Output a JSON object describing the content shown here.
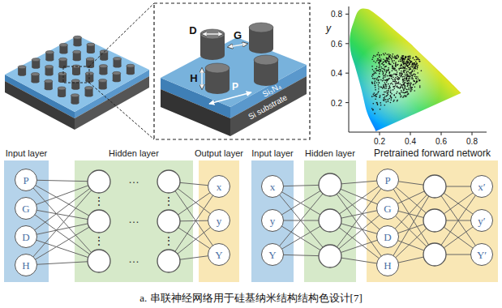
{
  "diagram": {
    "caption": "a. 串联神经网络用于硅基纳米结构结构色设计[7]",
    "nodes": [
      {
        "text": [
          "Input layer"
        ]
      },
      {
        "text": [
          "P"
        ],
        "in": 0
      },
      {
        "text": [
          "G"
        ],
        "in": 0
      },
      {
        "text": [
          "D"
        ],
        "in": 0
      },
      {
        "text": [
          "H"
        ],
        "in": 0
      },
      {
        "text": [
          "Hidden layer"
        ]
      },
      {
        "text": [
          "Output layer"
        ]
      },
      {
        "text": [
          "x"
        ],
        "in": 6
      },
      {
        "text": [
          "y"
        ],
        "in": 6
      },
      {
        "text": [
          "Y"
        ],
        "in": 6
      },
      {
        "text": [
          "Input layer"
        ]
      },
      {
        "text": [
          "x"
        ],
        "in": 10
      },
      {
        "text": [
          "y"
        ],
        "in": 10
      },
      {
        "text": [
          "Y"
        ],
        "in": 10
      },
      {
        "text": [
          "Hidden layer"
        ]
      },
      {
        "text": [
          "Pretrained forward network"
        ]
      },
      {
        "text": [
          "P"
        ],
        "in": 15
      },
      {
        "text": [
          "G"
        ],
        "in": 15
      },
      {
        "text": [
          "D"
        ],
        "in": 15
      },
      {
        "text": [
          "H"
        ],
        "in": 15
      },
      {
        "text": [
          "x′"
        ],
        "in": 15
      },
      {
        "text": [
          "y′"
        ],
        "in": 15
      },
      {
        "text": [
          "Y′"
        ],
        "in": 15
      }
    ],
    "labels": [
      "D",
      "G",
      "H",
      "P",
      "Si₃N₄",
      "Si substrate",
      "y",
      "0.8",
      "0.6",
      "0.4",
      "0.2",
      "0.2",
      "0.4",
      "0.6",
      "0.8",
      "…",
      "…",
      "…",
      "⋮",
      "⋮",
      "⋮",
      "⋮"
    ]
  }
}
